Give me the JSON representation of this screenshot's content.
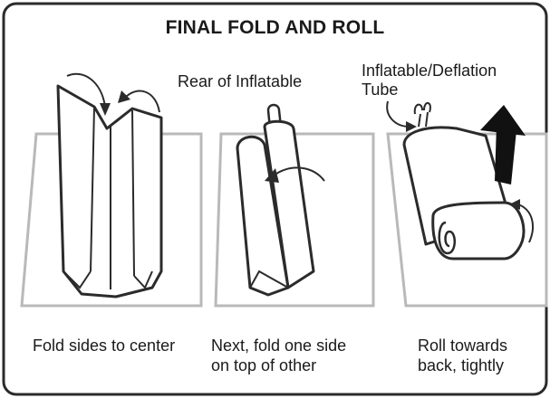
{
  "title": "FINAL FOLD AND ROLL",
  "labels": {
    "rear": "Rear of Inflatable",
    "tube_line1": "Inflatable/Deflation",
    "tube_line2": "Tube"
  },
  "steps": [
    {
      "caption_line1": "Fold sides to center",
      "caption_line2": ""
    },
    {
      "caption_line1": "Next, fold one side",
      "caption_line2": "on top of other"
    },
    {
      "caption_line1": "Roll towards",
      "caption_line2": "back, tightly"
    }
  ],
  "colors": {
    "outline": "#2b2b2b",
    "mat": "#b9b9b9",
    "arrow": "#111111"
  }
}
